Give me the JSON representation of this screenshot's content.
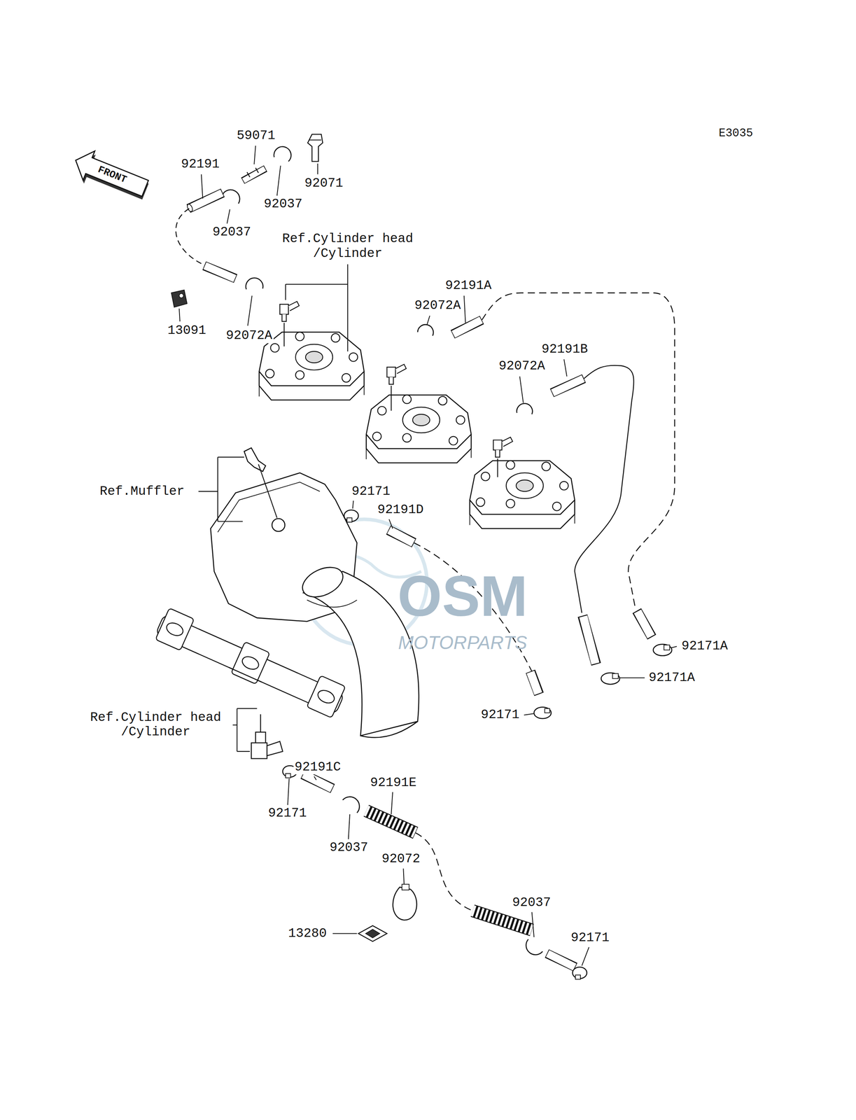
{
  "diagram": {
    "labels": [
      "E3035",
      "FRONT",
      "59071",
      "92191",
      "92071",
      "92037",
      "92037",
      "Ref.Cylinder head /Cylinder",
      "92191A",
      "13091",
      "92072A",
      "92072A",
      "92191B",
      "92072A",
      "Ref.Muffler",
      "92171",
      "92191D",
      "92171A",
      "92171A",
      "92171",
      "Ref.Cylinder head /Cylinder",
      "92191C",
      "92191E",
      "92171",
      "92037",
      "92072",
      "13280",
      "92037",
      "92171",
      "OSM",
      "MOTORPARTS"
    ]
  }
}
